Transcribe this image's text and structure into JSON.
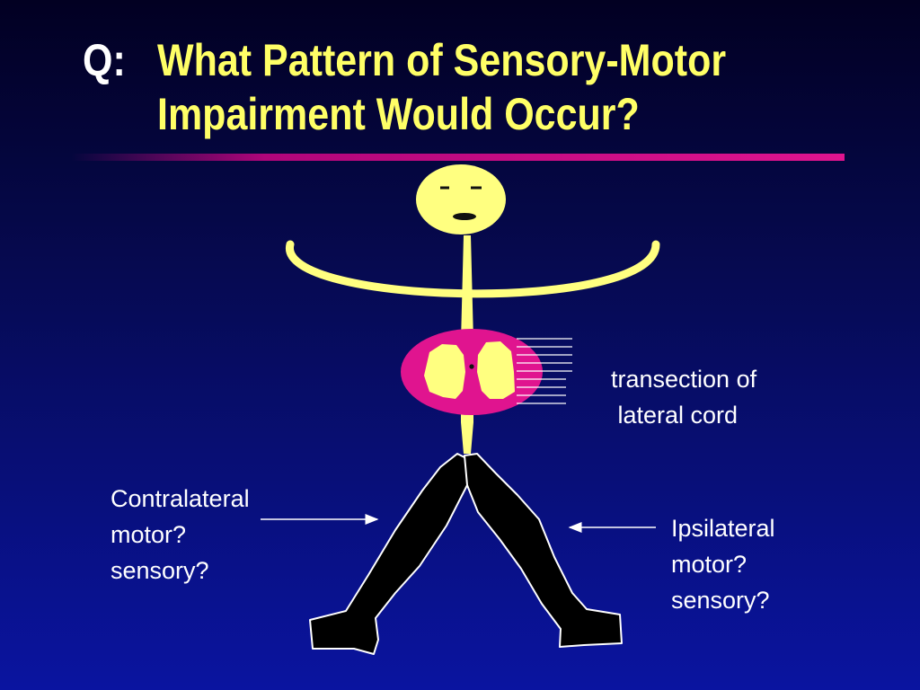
{
  "title": {
    "prefix": "Q:",
    "line1": "What Pattern of Sensory-Motor",
    "line2": "Impairment Would Occur?"
  },
  "labels": {
    "transection": [
      "transection of",
      " lateral cord"
    ],
    "contralateral": [
      "Contralateral",
      "motor?",
      "sensory?"
    ],
    "ipsilateral": [
      "Ipsilateral",
      "motor?",
      "sensory?"
    ]
  },
  "colors": {
    "title": "#ffff66",
    "figure_yellow": "#ffff80",
    "cord_magenta": "#e0148f",
    "rule_magenta": "#e0148f",
    "legs": "#000000",
    "text": "#ffffff"
  }
}
